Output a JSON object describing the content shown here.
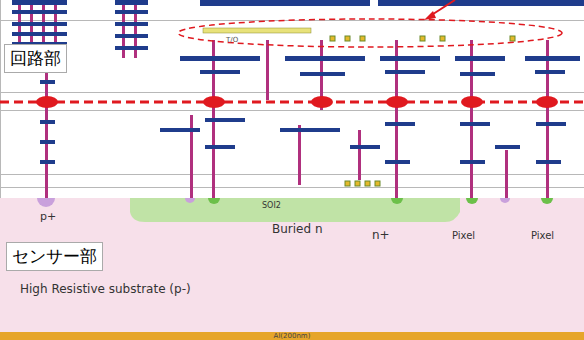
{
  "diagram": {
    "nodes": [
      {
        "text": [
          "回路部"
        ]
      },
      {
        "text": [
          "High Resistive substrate (p-)"
        ]
      },
      {
        "text": [
          "センサー部"
        ],
        "in": 1
      },
      {
        "text": [
          "Al(200nm)"
        ]
      }
    ],
    "labels": [
      "T/O",
      "SOI2",
      "p+",
      "Buried n",
      "n+",
      "Pixel",
      "Pixel"
    ]
  }
}
